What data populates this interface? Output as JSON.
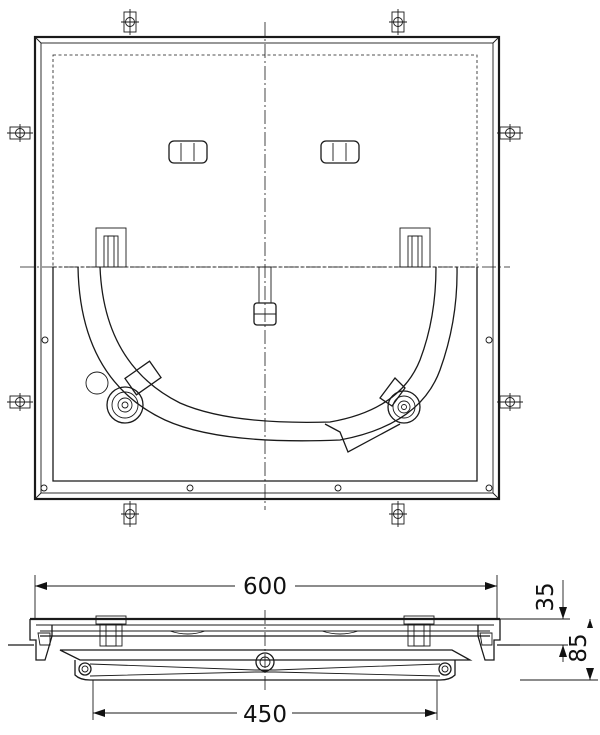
{
  "dimensions": {
    "overall_width": "600",
    "inner_width": "450",
    "top_offset": "35",
    "overall_height": "85"
  }
}
